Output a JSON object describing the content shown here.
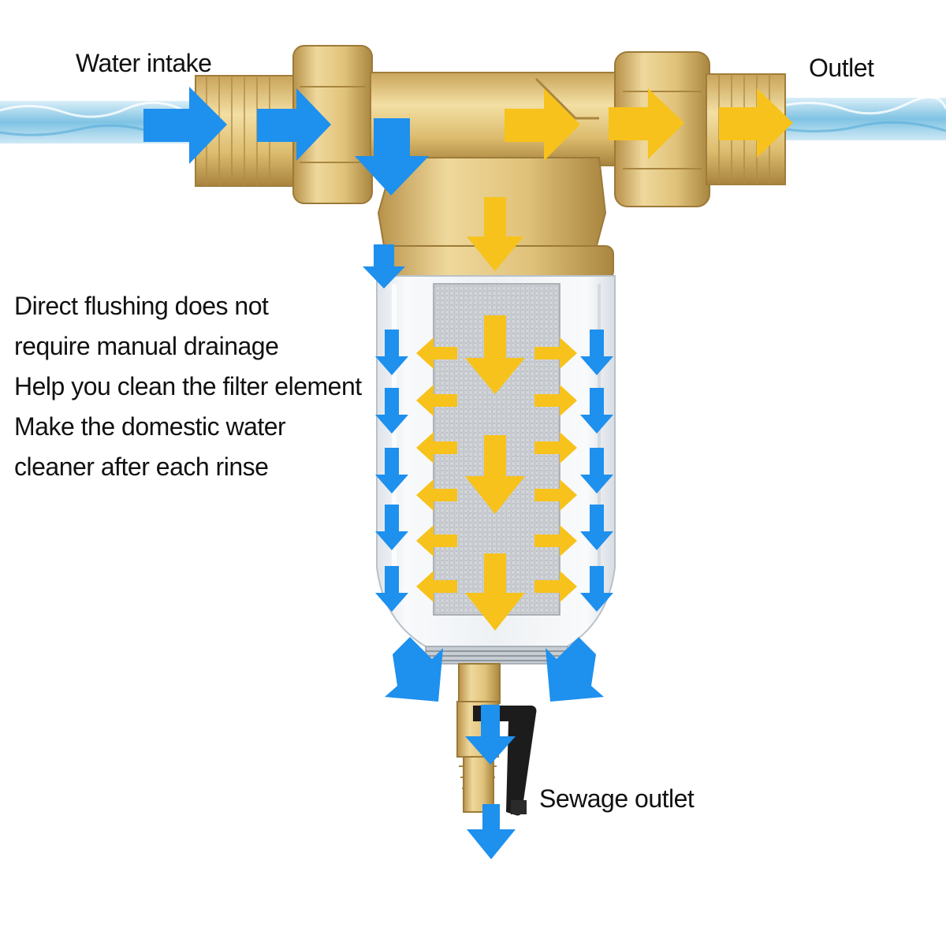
{
  "labels": {
    "water_intake": "Water intake",
    "outlet": "Outlet",
    "sewage_outlet": "Sewage outlet"
  },
  "description": [
    "Direct flushing does not",
    "require manual drainage",
    "Help you clean the filter element",
    "Make the domestic water",
    "cleaner after each rinse"
  ],
  "colors": {
    "inflow_arrow": "#1e90ee",
    "filtered_arrow": "#f7c21b",
    "brass": "#e2c274",
    "brass_dark": "#b89448",
    "water": "#9fd3ea",
    "text": "#111111"
  },
  "icons": {
    "inflow": "arrow-blue",
    "filtered": "arrow-yellow",
    "valve": "ball-valve-handle"
  }
}
